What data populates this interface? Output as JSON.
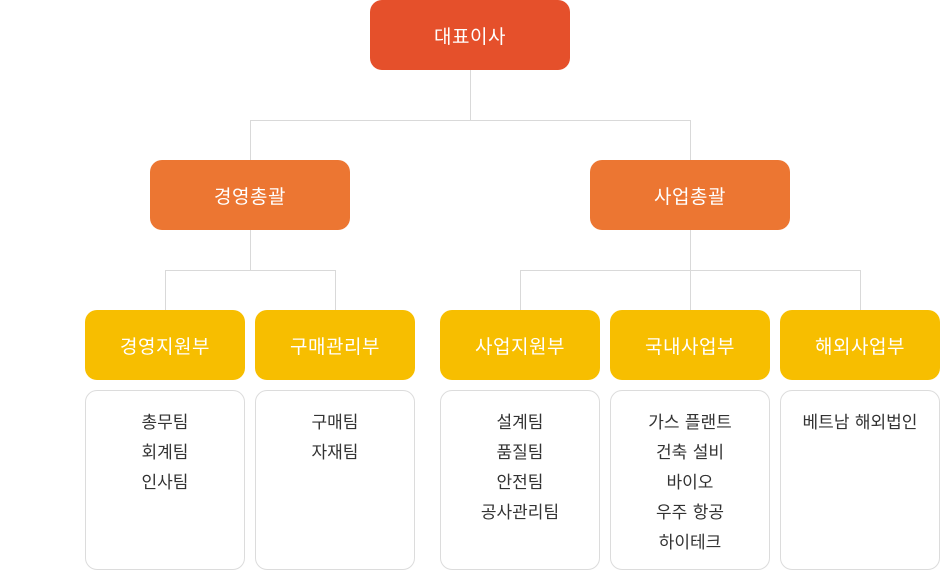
{
  "ceo": {
    "label": "대표이사",
    "color": "#e5502b"
  },
  "divisions": [
    {
      "label": "경영총괄",
      "departments": [
        {
          "label": "경영지원부",
          "teams": [
            "총무팀",
            "회계팀",
            "인사팀"
          ]
        },
        {
          "label": "구매관리부",
          "teams": [
            "구매팀",
            "자재팀"
          ]
        }
      ]
    },
    {
      "label": "사업총괄",
      "departments": [
        {
          "label": "사업지원부",
          "teams": [
            "설계팀",
            "품질팀",
            "안전팀",
            "공사관리팀"
          ]
        },
        {
          "label": "국내사업부",
          "teams": [
            "가스 플랜트",
            "건축 설비",
            "바이오",
            "우주 항공",
            "하이테크"
          ]
        },
        {
          "label": "해외사업부",
          "teams": [
            "베트남 해외법인"
          ]
        }
      ]
    }
  ],
  "colors": {
    "ceo": "#e5502b",
    "division": "#ec7632",
    "department": "#f7be00",
    "connector": "#d9d9d9",
    "team_text": "#333333"
  }
}
